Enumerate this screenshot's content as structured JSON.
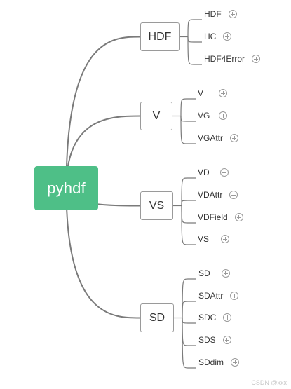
{
  "root": {
    "label": "pyhdf",
    "color": "#4ebf87"
  },
  "line_color": "#7a7a7a",
  "branches": [
    {
      "label": "HDF",
      "children": [
        "HDF",
        "HC",
        "HDF4Error"
      ]
    },
    {
      "label": "V",
      "children": [
        "V",
        "VG",
        "VGAttr"
      ]
    },
    {
      "label": "VS",
      "children": [
        "VD",
        "VDAttr",
        "VDField",
        "VS"
      ]
    },
    {
      "label": "SD",
      "children": [
        "SD",
        "SDAttr",
        "SDC",
        "SDS",
        "SDdim"
      ]
    }
  ],
  "icons": {
    "expand": "plus-circle-icon"
  },
  "watermark": "CSDN @xxx"
}
